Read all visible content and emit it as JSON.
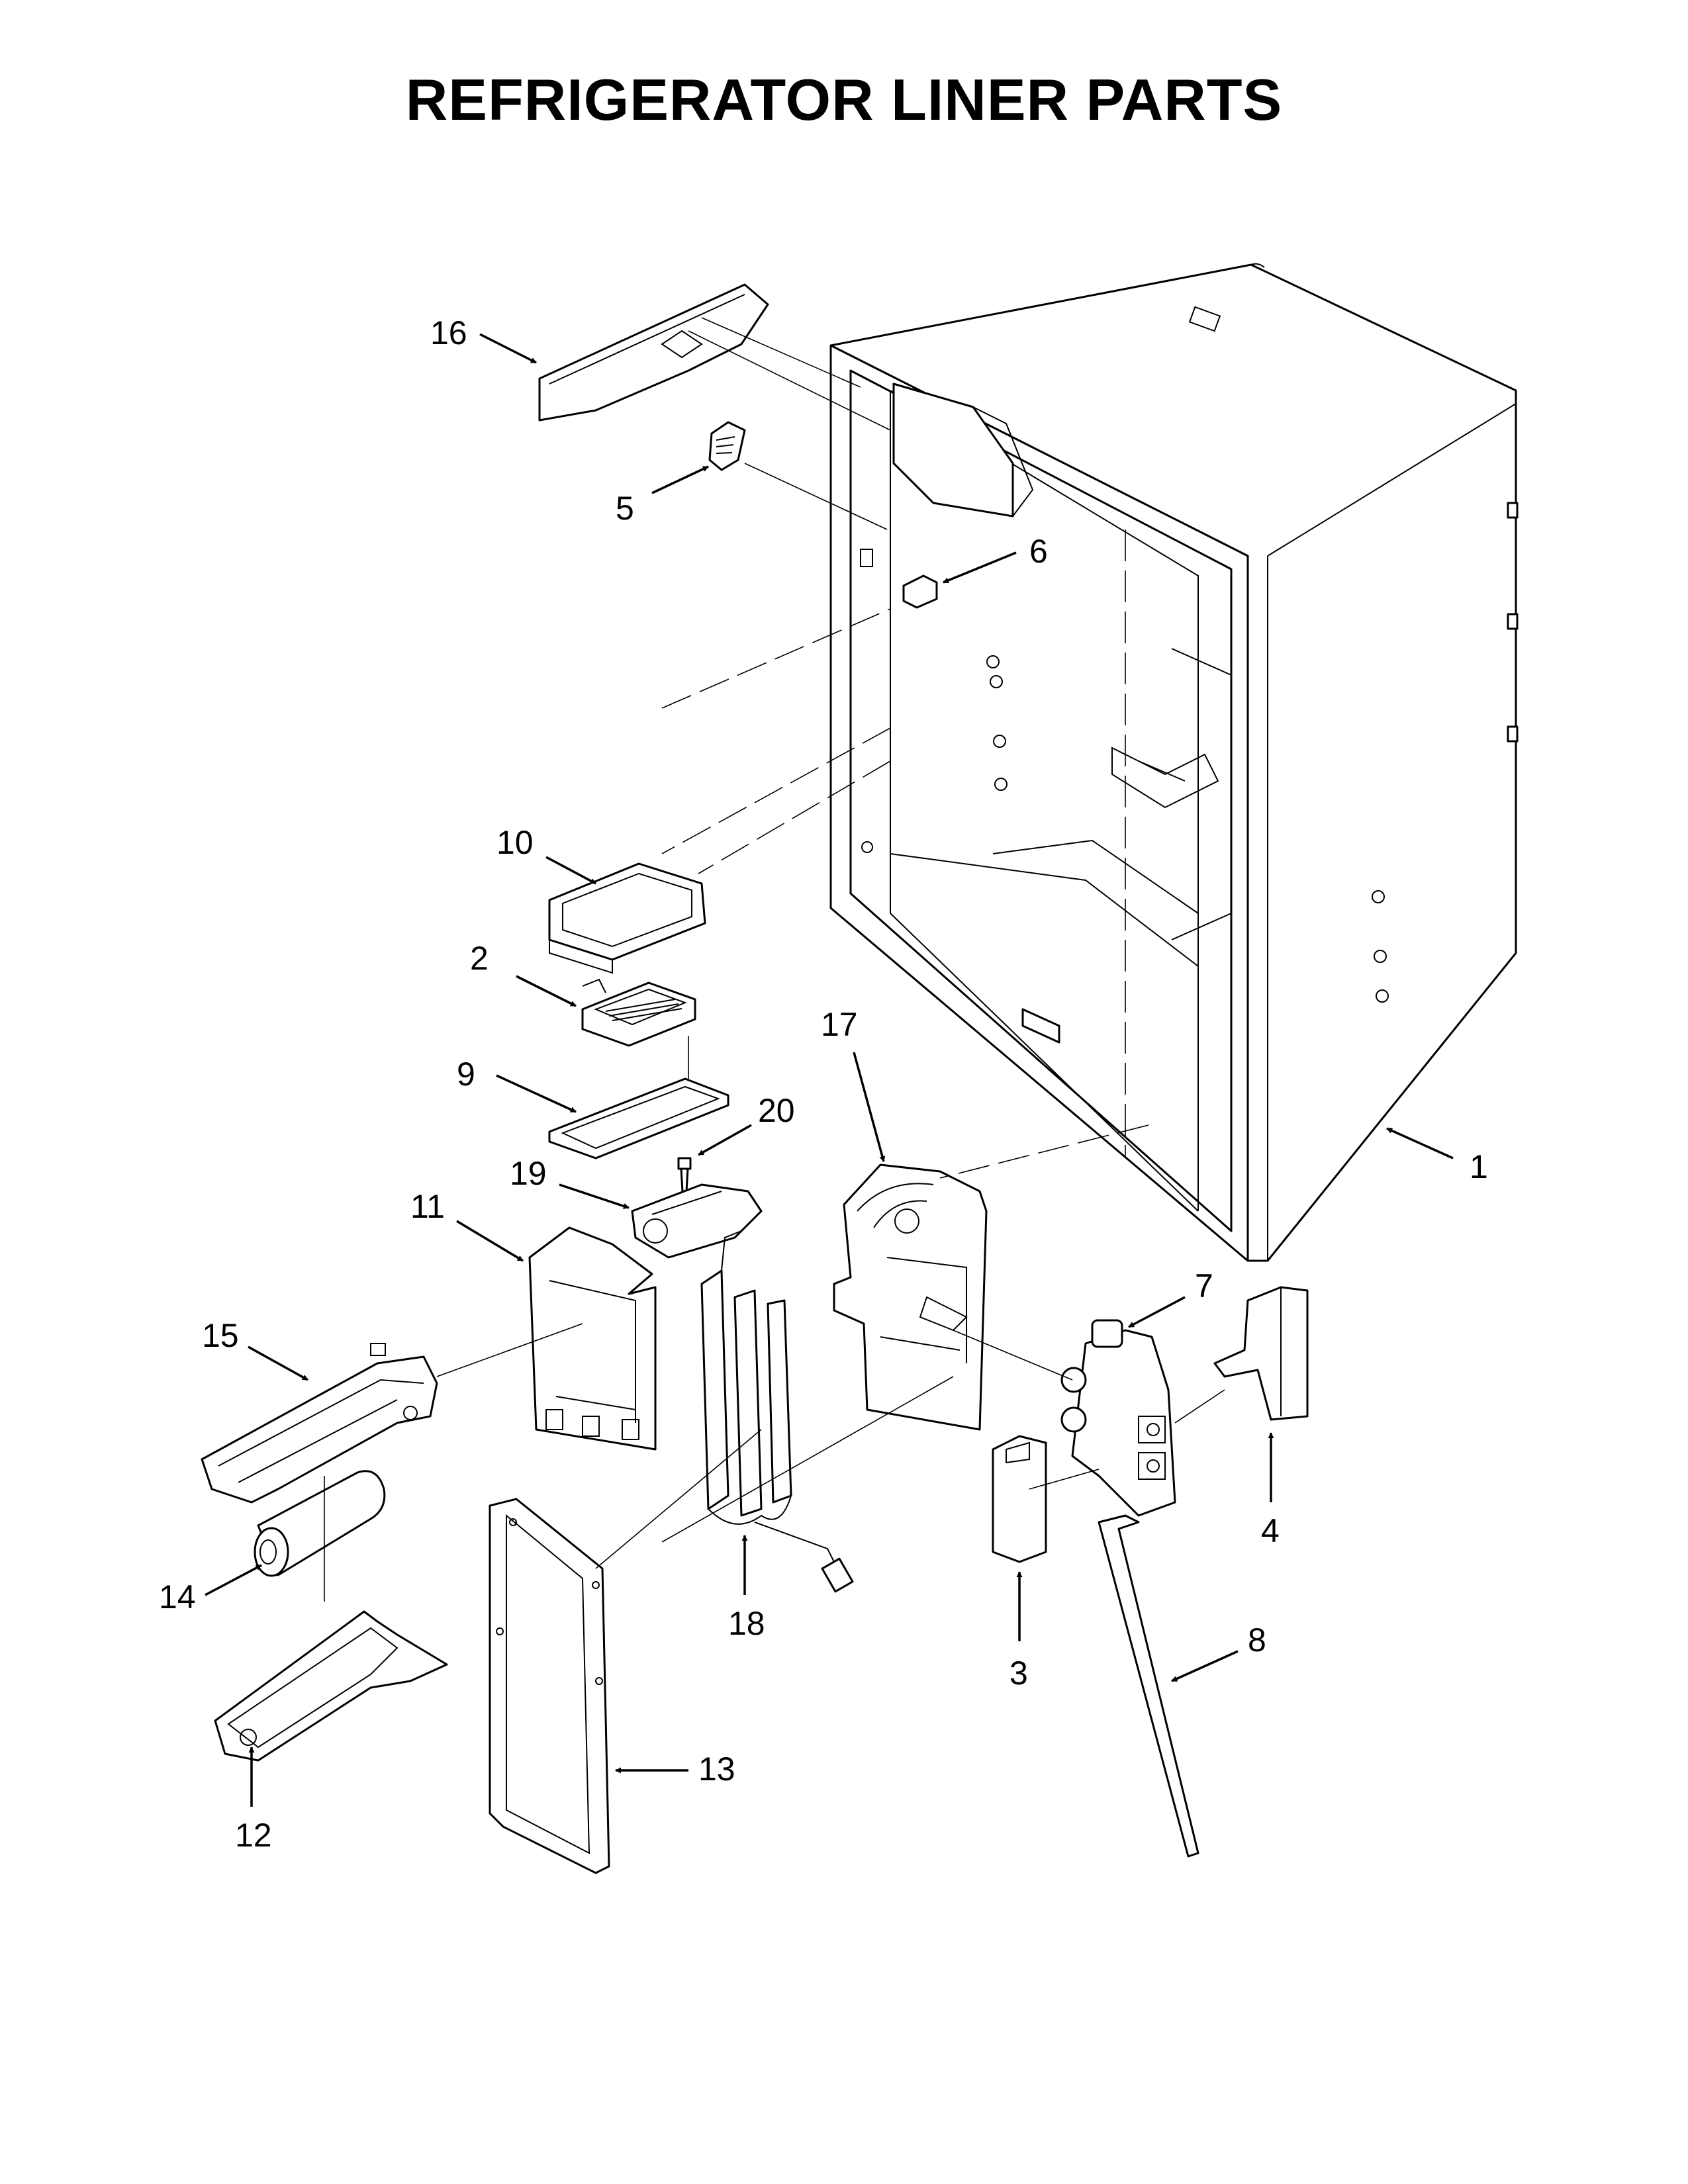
{
  "title": "REFRIGERATOR LINER PARTS",
  "callouts": [
    "1",
    "2",
    "3",
    "4",
    "5",
    "6",
    "7",
    "8",
    "9",
    "10",
    "11",
    "12",
    "13",
    "14",
    "15",
    "16",
    "17",
    "18",
    "19",
    "20"
  ]
}
